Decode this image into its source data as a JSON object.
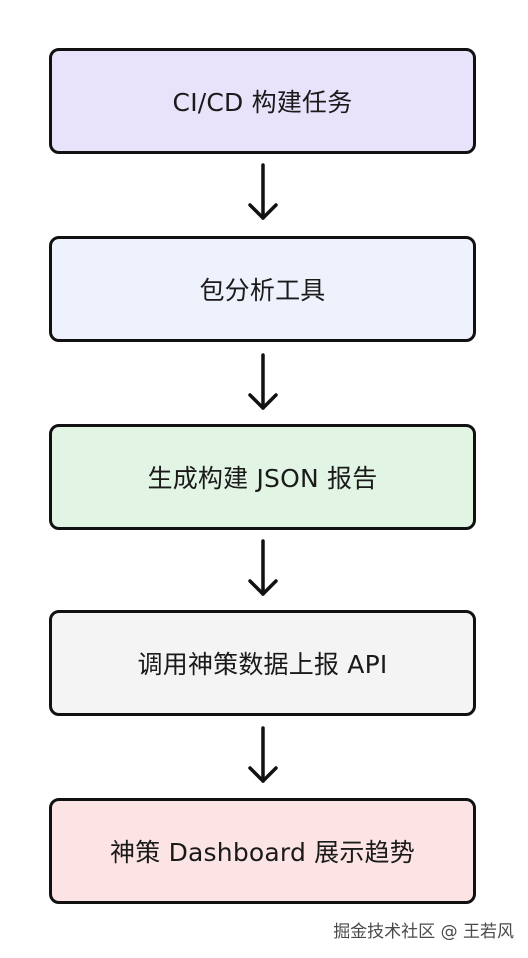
{
  "flowchart": {
    "steps": [
      {
        "label": "CI/CD 构建任务",
        "fill": "#e8e2fa"
      },
      {
        "label": "包分析工具",
        "fill": "#eef2fc"
      },
      {
        "label": "生成构建 JSON 报告",
        "fill": "#e2f5e4"
      },
      {
        "label": "调用神策数据上报 API",
        "fill": "#f4f4f4"
      },
      {
        "label": "神策 Dashboard 展示趋势",
        "fill": "#fde4e4"
      }
    ],
    "stroke_color": "#111111"
  },
  "watermark": {
    "text": "掘金技术社区 @ 王若风"
  }
}
